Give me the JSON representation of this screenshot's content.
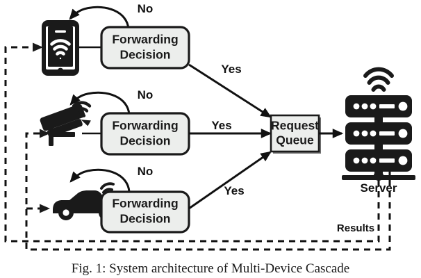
{
  "figure": {
    "caption": "Fig. 1: System architecture of Multi-Device Cascade",
    "background": "#ffffff",
    "ink_color": "#1a1a1a",
    "box_fill": "#eceeec"
  },
  "devices": [
    {
      "id": "smartphone",
      "icon": "smartphone-icon",
      "row": 1
    },
    {
      "id": "security-camera",
      "icon": "security-camera-icon",
      "row": 2
    },
    {
      "id": "car",
      "icon": "car-icon",
      "row": 3
    }
  ],
  "nodes": {
    "forwarding_decision_1": {
      "line1": "Forwarding",
      "line2": "Decision"
    },
    "forwarding_decision_2": {
      "line1": "Forwarding",
      "line2": "Decision"
    },
    "forwarding_decision_3": {
      "line1": "Forwarding",
      "line2": "Decision"
    },
    "request_queue": {
      "line1": "Request",
      "line2": "Queue"
    },
    "server": {
      "label": "Server",
      "icon": "server-rack-icon"
    }
  },
  "edge_labels": {
    "no_1": "No",
    "no_2": "No",
    "no_3": "No",
    "yes_1": "Yes",
    "yes_2": "Yes",
    "yes_3": "Yes",
    "results": "Results"
  }
}
